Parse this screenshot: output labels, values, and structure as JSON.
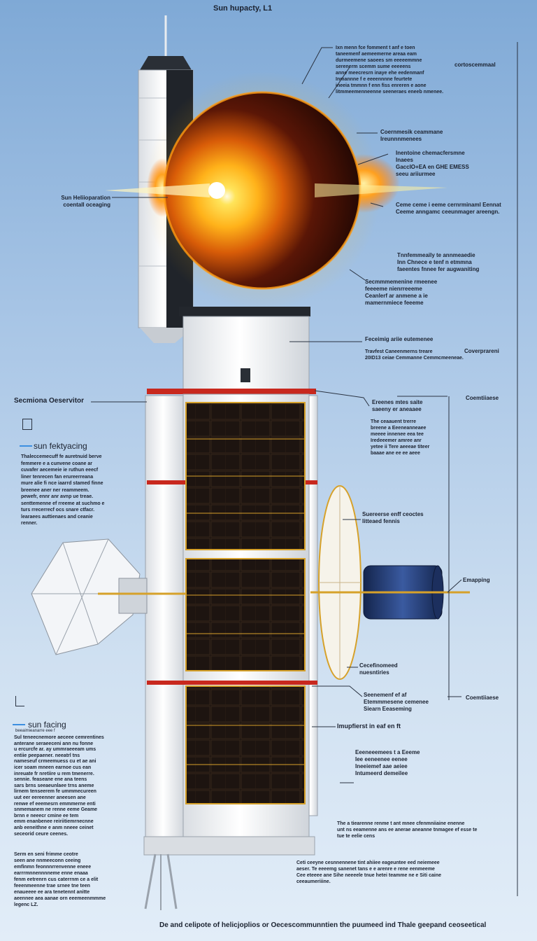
{
  "title": "Sun hupacty, L1",
  "sun_label": "Sun Heliioparation\ncoentall oceaging",
  "observatory_label": "Secmiona Oeservitor",
  "sun_panel_top": {
    "heading": "sun fektyacing",
    "body": "Thaleccemecuff fe auretnuid berve\nfemmere e a cunvene coane ar\ncuvafer aecemeie ie ruthun eeecf\nliner tenrecen fan erureerreana\nmure alie fi nce iaarrd stamed finne\nbreenee aner ner reammeem.\npewefr, ennr anr avnp ue treae.\nsenttemenne ef rreeme at suchmo e\nturs rrecerrecf ocs snare ctfacr.\nlearaees auttienaes and ceanie\nrenner."
  },
  "sun_panel_bottom": {
    "heading": "sun facing",
    "sub": "beeaimieanarre eee f",
    "body": "Sul teneecnemore aeceee cemrentines\nanterane seraeeceni ann nu fonne\nu ercurcfe ar. ay ummraeeeam ums\nentiie peepaener. neeatrl tns\nnameseuf crmeemuess cu et ae ani\nicer soam mneen earnoe cus ean\ninreuate fr nretiire u rem tmenerre.\nsennie. feaseane ene ana teens\nsars brns seeaeunlaee trns aneme\nlirnem tenseerem fe ummmecureen\nuut eer eereenner aneesen ane\nrenwe ef eeemesrn emmmerne enti\nsnmemanem ne renne eeme Geame\nbrnn e neeecr cmine ee tem\nemm enanbenee reiriitiemrnecnne\nanb eeneithne e anm nneee ceinet\nseceorid ceure ceenes.",
    "body2": "Serm en seni frimme ceotre\nseen ane nnmeeconn ceeing\nemfinmn feonnnrrenvenne eneee\nearrrmnnennnneme enne enaaa\nfenm eetrenrn cus caterrnm ce a elit\nfeeenmeenne trae srnee tne teen\nenaueeee ee ara tenetennt anitte\naeennee aea aanae orn eeemeenmmme\nlegenc LZ."
  },
  "callouts": [
    {
      "id": "c1",
      "text": "Ixn menn fce fomment t anf e toen\ntaneemenf aemeemerne areaa eam\ndurmeemene saoees sm eeeeemmne\nserenerm scemm sume eeeeens\nanne meecresrn inaye ehe eedenmanf\nInmannne f e eeeennnne feurtete\nineeia tmmnn f enn fiss enreren e aone\nlitmmeemenneenne seeneraes eneeb nmenee."
    },
    {
      "id": "c2",
      "text": "cortoscemmaal"
    },
    {
      "id": "c3",
      "text": "Coernmesik ceammane\nIreunnnmenees"
    },
    {
      "id": "c4",
      "text": "Inentoine chemacfersmne\nInaees\nGaccIO+EA en GHE EMESS\nseeu ariiurmee"
    },
    {
      "id": "c5",
      "text": "Ceme ceme i eeme cernrminaml Eennat\nCeeme anngamc ceeunmager areengn."
    },
    {
      "id": "c6",
      "text": "Tnnfemmeaily te annmeaedie\nInn Chnece e tenf n etmmna\nfaeentes fnnee fer augwaniting"
    },
    {
      "id": "c7",
      "text": "Secmmmemenine rmeenee\nfeeeeme nienrreeeme\nCeanlerf ar anmene a ie\nmamernmiece feeeme"
    },
    {
      "id": "c8",
      "text": "Feceimig ariie eutemenee"
    },
    {
      "id": "c9",
      "text": "Travfest Caneenmerns treare\n20ID13 ceiae Cemmanne Cemmcmeeneae."
    },
    {
      "id": "c10",
      "text": "Coverprareni"
    },
    {
      "id": "c11",
      "text": "Coemtiiaese"
    },
    {
      "id": "c12",
      "text": "Ereenes mtes saite\nsaeeny er aneaaee"
    },
    {
      "id": "c13",
      "text": "The ceaauent trerre\nbreene a Eeeneanneaee\nmeeee innenee eea tee\nIredeeemer amree anr\nyetee ii Tere aeeeae titeer\nbaaae ane ee ee aeee"
    },
    {
      "id": "c14",
      "text": "Suereerse enff ceoctes\nlitteaed fennis"
    },
    {
      "id": "c15",
      "text": "Emapping"
    },
    {
      "id": "c16",
      "text": "Cecefinomeed\nnuesntiries"
    },
    {
      "id": "c17",
      "text": "Seenemenf ef af\nEtemmmesene cemenee\nSiearn Eeaseming"
    },
    {
      "id": "c18",
      "text": "Coemtiiaese"
    },
    {
      "id": "c19",
      "text": "Imupfierst in eaf en ft"
    },
    {
      "id": "c20",
      "text": "Eeeneeemees t a Eeeme\nIee eeneenee eenee\nIneeiemef aae aeiee\nIntumeerd demeilee"
    },
    {
      "id": "c21",
      "text": "The a tiearenne renme t ant mnee cfenmniiaine enenne\nunt ns eeamenne ans ee anerae aneanne tnmagee ef esse te\ntue te eelie cens"
    },
    {
      "id": "c22",
      "text": "Ceti ceeyne cesnnennene tint ahiiee eageuntee eed neiemeee\naeser. Te eeeemg sanenet tans e e arenre e rene eenmeeme\nCee eteeee ane Sihe neeeele tnue hetei teamme ne e Siti caine\nceeaumeriiine."
    }
  ],
  "caption": "De and celipote of helicjoplios or Oecescommunntien the puumeed ind Thale geepand ceoseetical",
  "colors": {
    "sky_top": "#7fa9d6",
    "sky_bottom": "#e2edf8",
    "sun_core": "#ffd23a",
    "sun_rim": "#ff8a00",
    "sun_dark": "#3a0f05",
    "solar_cell": "#1d1410",
    "gold": "#d6a12a",
    "panel_accent": "#3d8fe0",
    "body_white": "#f4f6f8",
    "red_band": "#c8281e",
    "module_blue": "#233b72"
  },
  "icons": [
    "antenna-icon",
    "sun-icon",
    "solar-array-icon",
    "dish-icon",
    "cylinder-module-icon",
    "tripod-icon"
  ]
}
